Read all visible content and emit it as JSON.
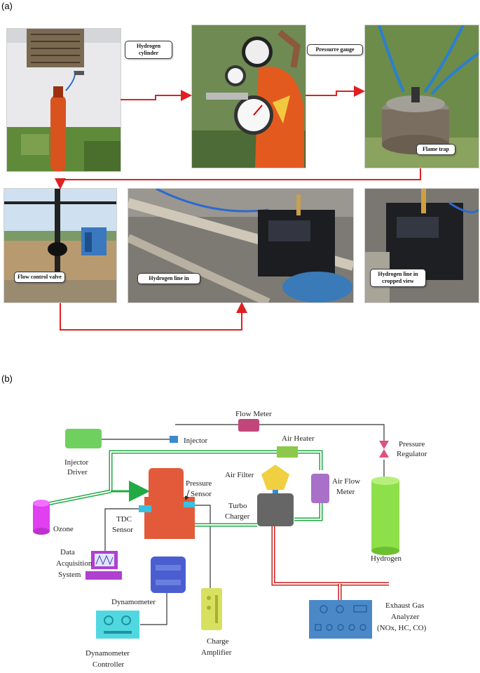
{
  "panel_a": {
    "label": "(a)",
    "callouts": {
      "hydrogen_cylinder": "Hydrogen cylinder",
      "pressure_gauge": "Pressurre gauge",
      "flame_trap": "Flame trap",
      "flow_control_valve": "Flow control valve",
      "hydrogen_line_in": "Hydrogen line in",
      "hydrogen_line_cropped": "Hydrogen line in cropped view"
    },
    "colors": {
      "arrow": "#e02020",
      "cylinder": "#d9531e",
      "grass": "#5f8a3a"
    }
  },
  "panel_b": {
    "label": "(b)",
    "components": {
      "flow_meter": "Flow Meter",
      "injector": "Injector",
      "injector_driver_1": "Injector",
      "injector_driver_2": "Driver",
      "air_heater": "Air Heater",
      "pressure_regulator_1": "Pressure",
      "pressure_regulator_2": "Regulator",
      "air_filter": "Air Filter",
      "air_flow_meter_1": "Air Flow",
      "air_flow_meter_2": "Meter",
      "pressure_sensor_1": "Pressure",
      "pressure_sensor_2": "Sensor",
      "turbo_charger_1": "Turbo",
      "turbo_charger_2": "Charger",
      "ozone": "Ozone",
      "tdc_sensor_1": "TDC",
      "tdc_sensor_2": "Sensor",
      "hydrogen": "Hydrogen",
      "daq_1": "Data",
      "daq_2": "Acquisition",
      "daq_3": "System",
      "dynamometer": "Dynamometer",
      "charge_amplifier_1": "Charge",
      "charge_amplifier_2": "Amplifier",
      "dyno_controller_1": "Dynamometer",
      "dyno_controller_2": "Controller",
      "exhaust_1": "Exhaust Gas",
      "exhaust_2": "Analyzer",
      "exhaust_3": "(NOx, HC, CO)"
    },
    "colors": {
      "flow_meter": "#c2467a",
      "injector_driver": "#6fd060",
      "air_heater": "#8cc84a",
      "air_filter": "#f0d040",
      "air_flow_meter": "#a870c8",
      "turbo_charger": "#666666",
      "engine": "#e25a3a",
      "ozone": "#e040f0",
      "hydrogen": "#8de04a",
      "regulator": "#e0507a",
      "dynamometer": "#4a5ed0",
      "charge_amplifier": "#d8e060",
      "dyno_controller": "#50d8e0",
      "exhaust_analyzer": "#4a88c8",
      "intake_line": "#22aa44",
      "exhaust_line": "#cc1f1f"
    }
  }
}
